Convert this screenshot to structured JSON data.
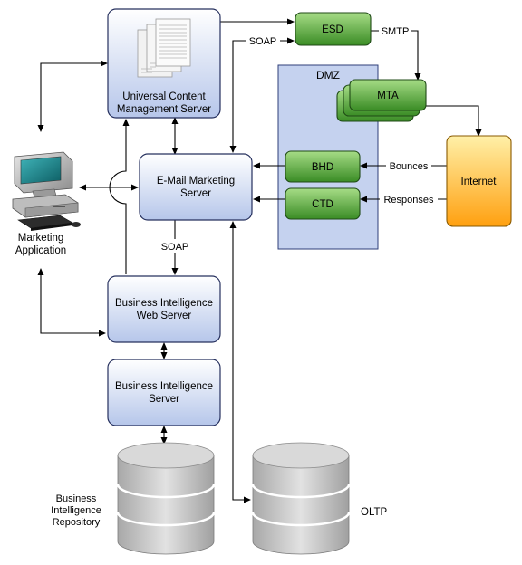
{
  "diagram": {
    "nodes": {
      "ucm": {
        "line1": "Universal Content",
        "line2": "Management Server"
      },
      "emm": {
        "line1": "E-Mail Marketing",
        "line2": "Server"
      },
      "biweb": {
        "line1": "Business Intelligence",
        "line2": "Web Server"
      },
      "biserver": {
        "line1": "Business Intelligence",
        "line2": "Server"
      },
      "esd": {
        "label": "ESD"
      },
      "mta": {
        "label": "MTA"
      },
      "bhd": {
        "label": "BHD"
      },
      "ctd": {
        "label": "CTD"
      },
      "dmz": {
        "label": "DMZ"
      },
      "internet": {
        "label": "Internet"
      },
      "marketing_app": {
        "line1": "Marketing",
        "line2": "Application"
      },
      "bi_repository": {
        "line1": "Business",
        "line2": "Intelligence",
        "line3": "Repository"
      },
      "oltp": {
        "label": "OLTP"
      }
    },
    "edge_labels": {
      "soap_top": "SOAP",
      "smtp": "SMTP",
      "bounces": "Bounces",
      "responses": "Responses",
      "soap_mid": "SOAP"
    },
    "colors": {
      "blue_box_top": "#ffffff",
      "blue_box_bottom": "#b8c8ec",
      "green_top": "#9ad67a",
      "green_bottom": "#3f8f2a",
      "orange_top": "#ffe58a",
      "orange_bottom": "#ffa21a",
      "dmz_fill": "#c7d3ef",
      "db_gray": "#c8c8c8"
    }
  }
}
